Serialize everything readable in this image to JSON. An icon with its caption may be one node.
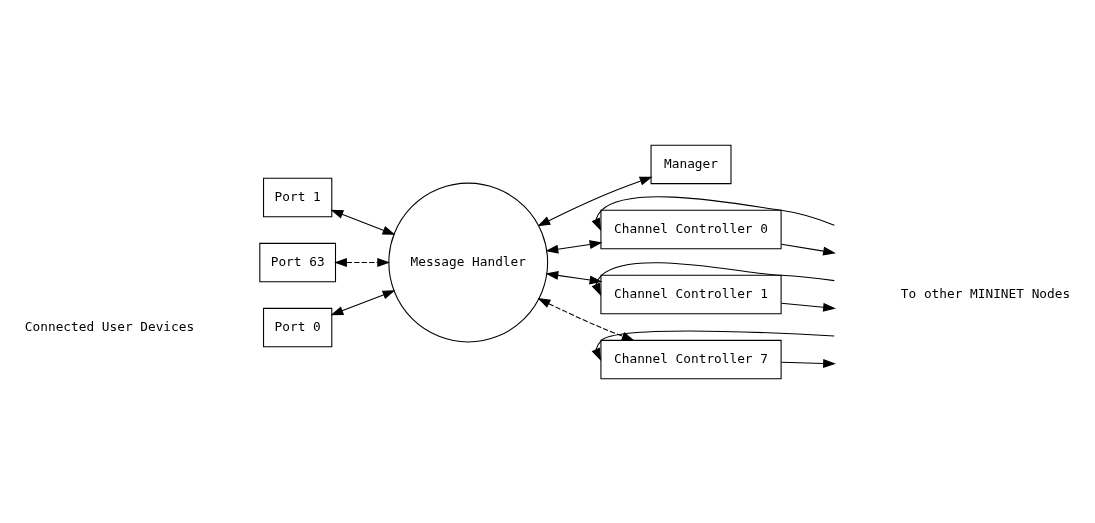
{
  "diagram": {
    "nodes": [
      {
        "text": [
          "Port 0"
        ]
      },
      {
        "text": [
          "Port 1"
        ]
      },
      {
        "text": [
          "Port 63"
        ]
      },
      {
        "text": [
          "Message Handler"
        ]
      },
      {
        "text": [
          "Manager"
        ]
      },
      {
        "text": [
          "Channel Controller 0"
        ]
      },
      {
        "text": [
          "Channel Controller 1"
        ]
      },
      {
        "text": [
          "Channel Controller 7"
        ]
      }
    ],
    "edges": [
      {
        "from": 3,
        "to": 0,
        "arrow": "both"
      },
      {
        "from": 3,
        "to": 1,
        "arrow": "both"
      },
      {
        "from": 3,
        "to": 2,
        "arrow": "both",
        "style": "dashed"
      },
      {
        "from": 3,
        "to": 5,
        "arrow": "both"
      },
      {
        "from": 3,
        "to": 6,
        "arrow": "both"
      },
      {
        "from": 3,
        "to": 7,
        "arrow": "both",
        "style": "dashed"
      },
      {
        "from": 3,
        "to": 4,
        "arrow": "both"
      },
      {
        "from": null,
        "to": 5,
        "arrow": "to"
      },
      {
        "from": 5,
        "to": null,
        "arrow": "to"
      },
      {
        "from": null,
        "to": 6,
        "arrow": "to"
      },
      {
        "from": 6,
        "to": null,
        "arrow": "to"
      },
      {
        "from": null,
        "to": 7,
        "arrow": "to"
      },
      {
        "from": 7,
        "to": null,
        "arrow": "to"
      }
    ],
    "labels": [
      "Connected User Devices",
      "To other MININET Nodes"
    ]
  }
}
